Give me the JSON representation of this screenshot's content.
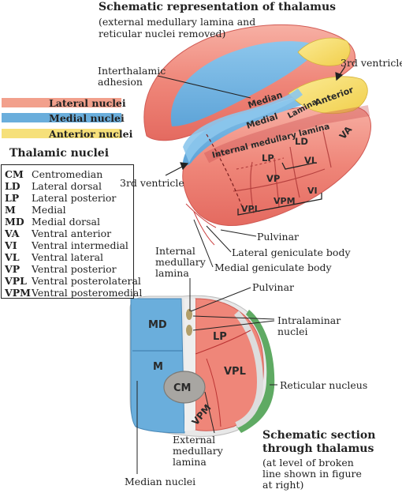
{
  "top": {
    "title": "Schematic representation of thalamus",
    "subtitle_line1": "(external medullary lamina and",
    "subtitle_line2": "reticular nuclei removed)"
  },
  "legend": {
    "items": [
      {
        "label": "Lateral nuclei",
        "color": "#f2a08c"
      },
      {
        "label": "Medial nuclei",
        "color": "#6aaedc"
      },
      {
        "label": "Anterior nuclei",
        "color": "#f6e07a"
      }
    ]
  },
  "abbreviations": {
    "heading": "Thalamic nuclei",
    "rows": [
      {
        "abbr": "CM",
        "name": "Centromedian"
      },
      {
        "abbr": "LD",
        "name": "Lateral dorsal"
      },
      {
        "abbr": "LP",
        "name": "Lateral posterior"
      },
      {
        "abbr": "M",
        "name": "Medial"
      },
      {
        "abbr": "MD",
        "name": "Medial dorsal"
      },
      {
        "abbr": "VA",
        "name": "Ventral anterior"
      },
      {
        "abbr": "VI",
        "name": "Ventral intermedial"
      },
      {
        "abbr": "VL",
        "name": "Ventral lateral"
      },
      {
        "abbr": "VP",
        "name": "Ventral posterior"
      },
      {
        "abbr": "VPL",
        "name": "Ventral posterolateral"
      },
      {
        "abbr": "VPM",
        "name": "Ventral posteromedial"
      }
    ]
  },
  "labels_3d": {
    "interthalamic_1": "Interthalamic",
    "interthalamic_2": "adhesion",
    "third_ventricle_top": "3rd ventricle",
    "third_ventricle_left": "3rd ventricle",
    "pulvinar": "Pulvinar",
    "lateral_geniculate": "Lateral geniculate body",
    "medial_geniculate": "Medial geniculate body",
    "median": "Median",
    "medial": "Medial",
    "lamina": "Lamina",
    "anterior": "Anterior",
    "internal_medullary_lamina": "Internal medullary lamina",
    "lp": "LP",
    "ld": "LD",
    "va": "VA",
    "vl": "VL",
    "vp": "VP",
    "vpl": "VPL",
    "vpm": "VPM",
    "vi": "VI"
  },
  "section": {
    "internal_1": "Internal",
    "internal_2": "medullary",
    "internal_3": "lamina",
    "pulvinar": "Pulvinar",
    "intralaminar_1": "Intralaminar",
    "intralaminar_2": "nuclei",
    "reticular": "Reticular nucleus",
    "external_1": "External",
    "external_2": "medullary",
    "external_3": "lamina",
    "median_nuclei": "Median nuclei",
    "md": "MD",
    "m": "M",
    "cm": "CM",
    "lp": "LP",
    "vpl": "VPL",
    "vpm": "VPM",
    "caption_1": "Schematic section",
    "caption_2": "through thalamus",
    "caption_3": "(at level of broken",
    "caption_4": "line shown in figure",
    "caption_5": "at right)"
  }
}
